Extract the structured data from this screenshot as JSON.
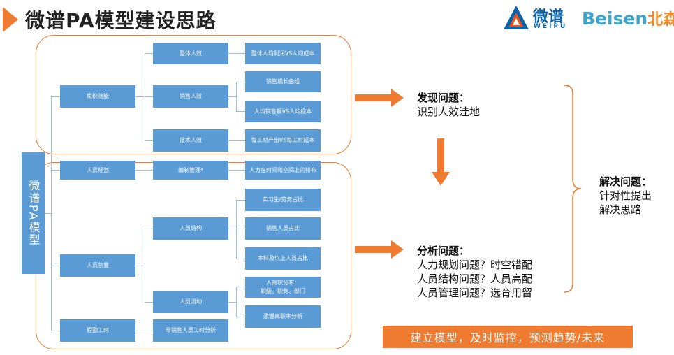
{
  "title": "微谱PA模型建设思路",
  "logos": {
    "weipu_cn": "微谱",
    "weipu_en": "WEIPU",
    "beisen_en": "Beisen",
    "beisen_cn": "北森"
  },
  "model": {
    "label": "微谱PA模型"
  },
  "level1": [
    "组织效能",
    "人员规划",
    "人员总量",
    "假勤工时"
  ],
  "level2": [
    "整体人效",
    "销售人效",
    "技术人效",
    "编制管理*",
    "人员结构",
    "人员流动",
    "非销售人员工时分析"
  ],
  "level3": [
    "整体人均利润VS人均成本",
    "销售成长曲线",
    "人均销售额VS人均成本",
    "每工时产出VS每工时成本",
    "人力在时间和空间上的排布",
    "实习生/劳务占比",
    "销售人员占比",
    "本科及以上人员占比",
    "入离职分布：\n职级、职务、部门",
    "遗憾离职率分析"
  ],
  "find": {
    "title": "发现问题：",
    "line1": "识别人效洼地"
  },
  "analyze": {
    "title": "分析问题：",
    "line1": "人力规划问题？时空错配",
    "line2": "人员结构问题？人员高配",
    "line3": "人员管理问题？选育用留"
  },
  "solve": {
    "title": "解决问题：",
    "line1": "针对性提出",
    "line2": "解决思路"
  },
  "banner": "建立模型，及时监控，预测趋势/未来",
  "colors": {
    "accent": "#ee7b30",
    "box": "#5b9bd5",
    "connector": "#9fbbd8",
    "logo_blue": "#0d63a8",
    "logo_cyan": "#3aa6c9"
  }
}
